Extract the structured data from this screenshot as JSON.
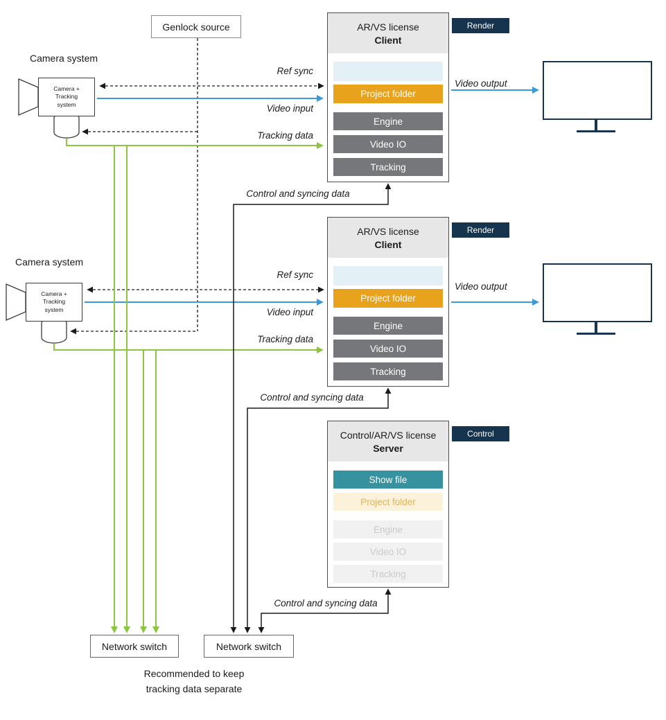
{
  "genlock": {
    "label": "Genlock source"
  },
  "camera1": {
    "title": "Camera system",
    "body_line1": "Camera +",
    "body_line2": "Tracking",
    "body_line3": "system"
  },
  "camera2": {
    "title": "Camera system",
    "body_line1": "Camera +",
    "body_line2": "Tracking",
    "body_line3": "system"
  },
  "client1": {
    "license": "AR/VS license",
    "role": "Client",
    "tag": "Render",
    "rows": {
      "empty": "",
      "project": "Project folder",
      "engine": "Engine",
      "video_io": "Video IO",
      "tracking": "Tracking"
    }
  },
  "client2": {
    "license": "AR/VS license",
    "role": "Client",
    "tag": "Render",
    "rows": {
      "empty": "",
      "project": "Project folder",
      "engine": "Engine",
      "video_io": "Video IO",
      "tracking": "Tracking"
    }
  },
  "server": {
    "license": "Control/AR/VS license",
    "role": "Server",
    "tag": "Control",
    "rows": {
      "show_file": "Show file",
      "project": "Project folder",
      "engine": "Engine",
      "video_io": "Video IO",
      "tracking": "Tracking"
    }
  },
  "switch_left": {
    "label": "Network switch"
  },
  "switch_right": {
    "label": "Network switch"
  },
  "edge_labels": {
    "ref_sync": "Ref sync",
    "video_input": "Video input",
    "tracking_data": "Tracking data",
    "video_output": "Video output",
    "control_sync": "Control and syncing data"
  },
  "note": {
    "line1": "Recommended to keep",
    "line2": "tracking data separate"
  },
  "colors": {
    "orange": "#E9A21C",
    "teal": "#35929E",
    "navy": "#17344F",
    "blue": "#3B9AD9",
    "green": "#8CC63F",
    "gray_row": "#76777A",
    "row_empty_bg": "#E3F1F7",
    "faded_row_bg": "#F1F1F2",
    "faded_row_text": "#C9CACB",
    "faded_orange_bg": "#FCF2DA",
    "faded_orange_text": "#E2B25C"
  }
}
